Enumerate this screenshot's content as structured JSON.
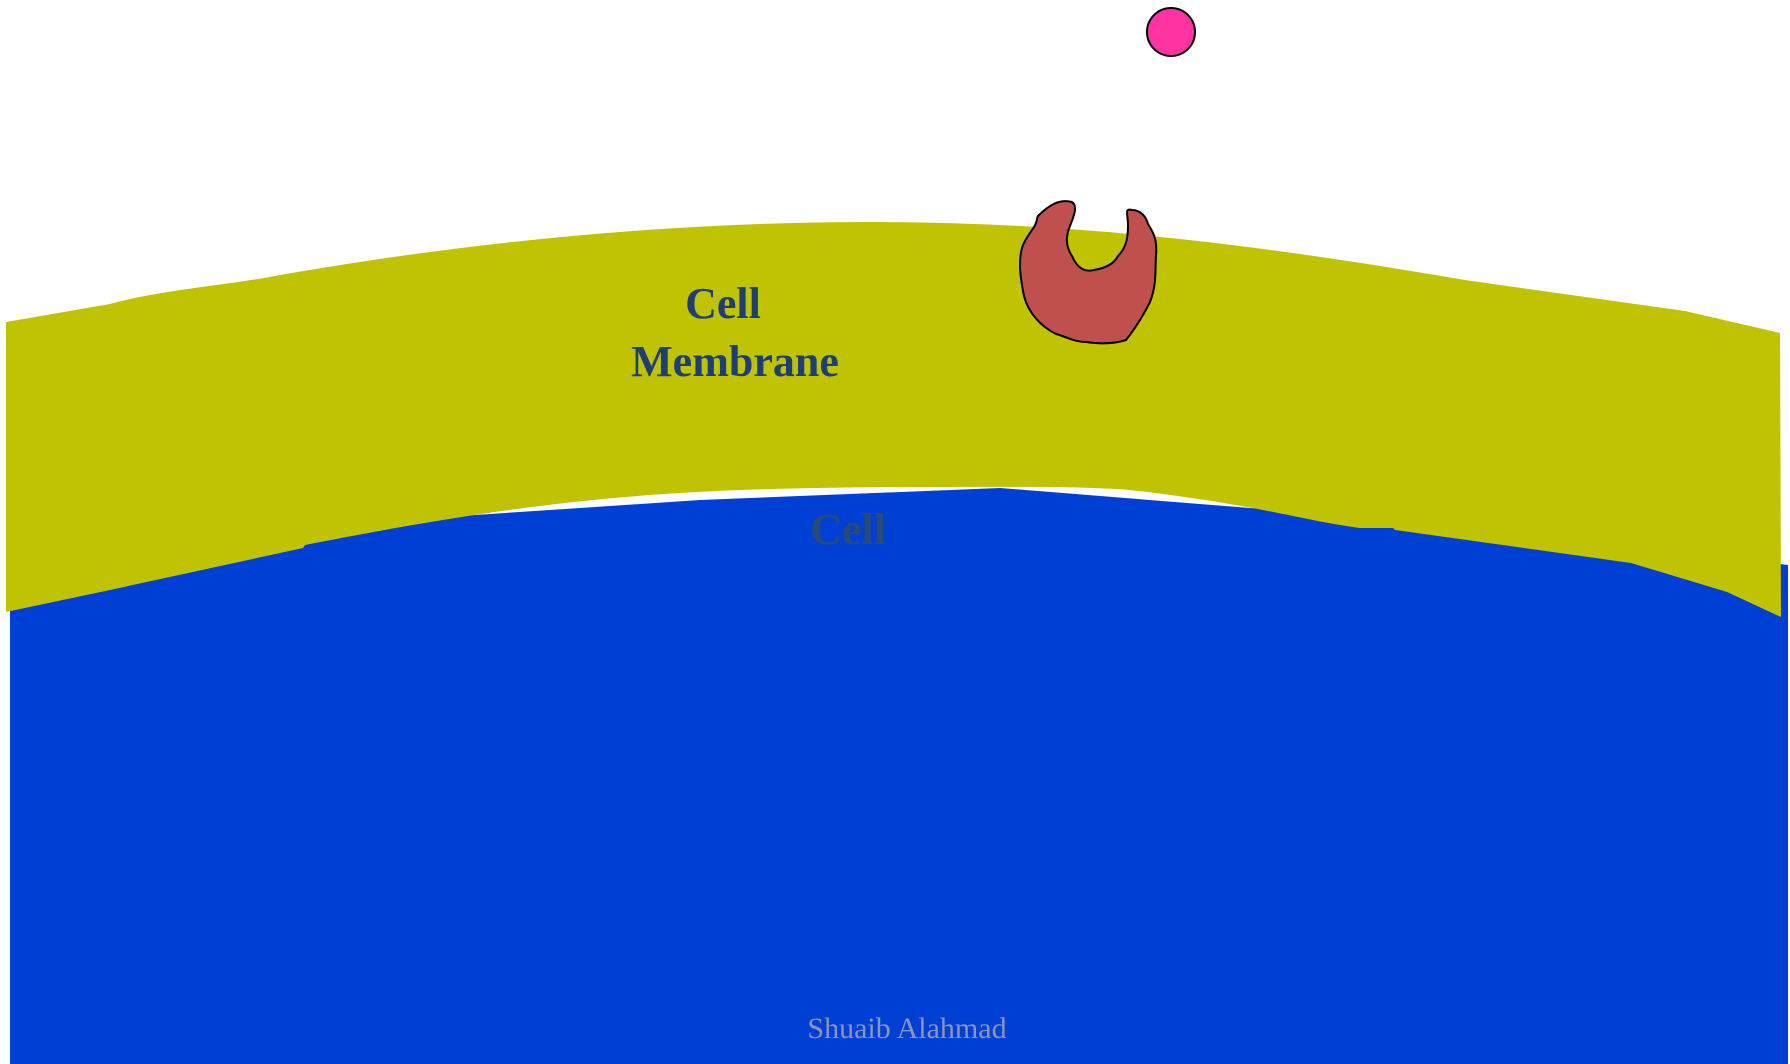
{
  "diagram": {
    "membrane_label_line1": "Cell",
    "membrane_label_line2": "Membrane",
    "cell_label": "Cell",
    "author": "Shuaib Alahmad"
  },
  "colors": {
    "background": "#ffffff",
    "membrane": "#c0c303",
    "cell": "#003fd4",
    "membrane_label": "#1f3f73",
    "cell_label": "#2a4a7a",
    "receptor": "#c0504d",
    "ligand": "#ff33a1",
    "author": "#8c94b8"
  },
  "icons": {
    "ligand": "ligand-circle-icon",
    "receptor": "receptor-protein-icon"
  }
}
